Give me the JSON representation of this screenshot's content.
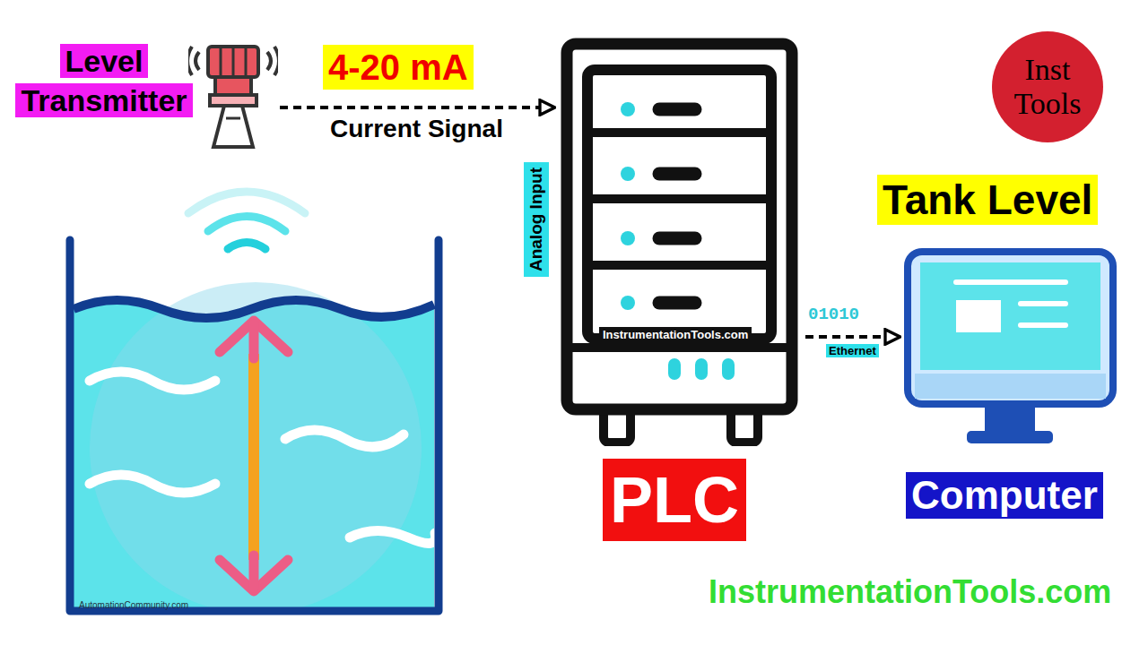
{
  "diagram": {
    "nodes": [
      {
        "text": [
          "Level Transmitter"
        ]
      },
      {
        "text": [
          "InstrumentationTools.com",
          "PLC"
        ]
      },
      {
        "text": [
          "Tank Level",
          "Computer"
        ]
      },
      {
        "text": [
          "Inst Tools"
        ]
      }
    ],
    "edges": [
      {
        "from": 0,
        "to": 1,
        "arrow": "to",
        "label": "Current Signal"
      },
      {
        "from": 1,
        "to": 2,
        "arrow": "to",
        "label": "Ethernet"
      }
    ],
    "labels": [
      "4-20 mA",
      "Analog Input",
      "01010",
      "InstrumentationTools.com",
      "AutomationCommunity.com"
    ]
  }
}
